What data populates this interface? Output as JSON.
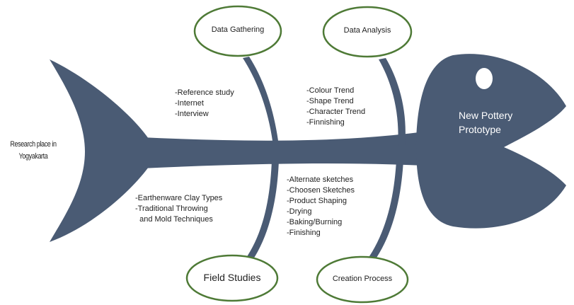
{
  "research_place": [
    "Research place in",
    "Yogyakarta"
  ],
  "head_label": [
    "New Pottery",
    "Prototype"
  ],
  "categories": {
    "data_gathering": "Data Gathering",
    "data_analysis": "Data Analysis",
    "field_studies": "Field Studies",
    "creation_process": "Creation Process"
  },
  "items": {
    "data_gathering": [
      "-Reference study",
      "-Internet",
      "-Interview"
    ],
    "data_analysis": [
      "-Colour Trend",
      "-Shape Trend",
      "-Character Trend",
      "-Finnishing"
    ],
    "field_studies": [
      "-Earthenware Clay Types",
      "-Traditional Throwing",
      "  and Mold Techniques"
    ],
    "creation_process": [
      "-Alternate sketches",
      "-Choosen Sketches",
      "-Product Shaping",
      "-Drying",
      "-Baking/Burning",
      "-Finishing"
    ]
  },
  "colors": {
    "fish_body": "#4a5b74",
    "circle_border": "#4e7a36",
    "eye": "#ffffff",
    "head_text": "#ffffff"
  }
}
